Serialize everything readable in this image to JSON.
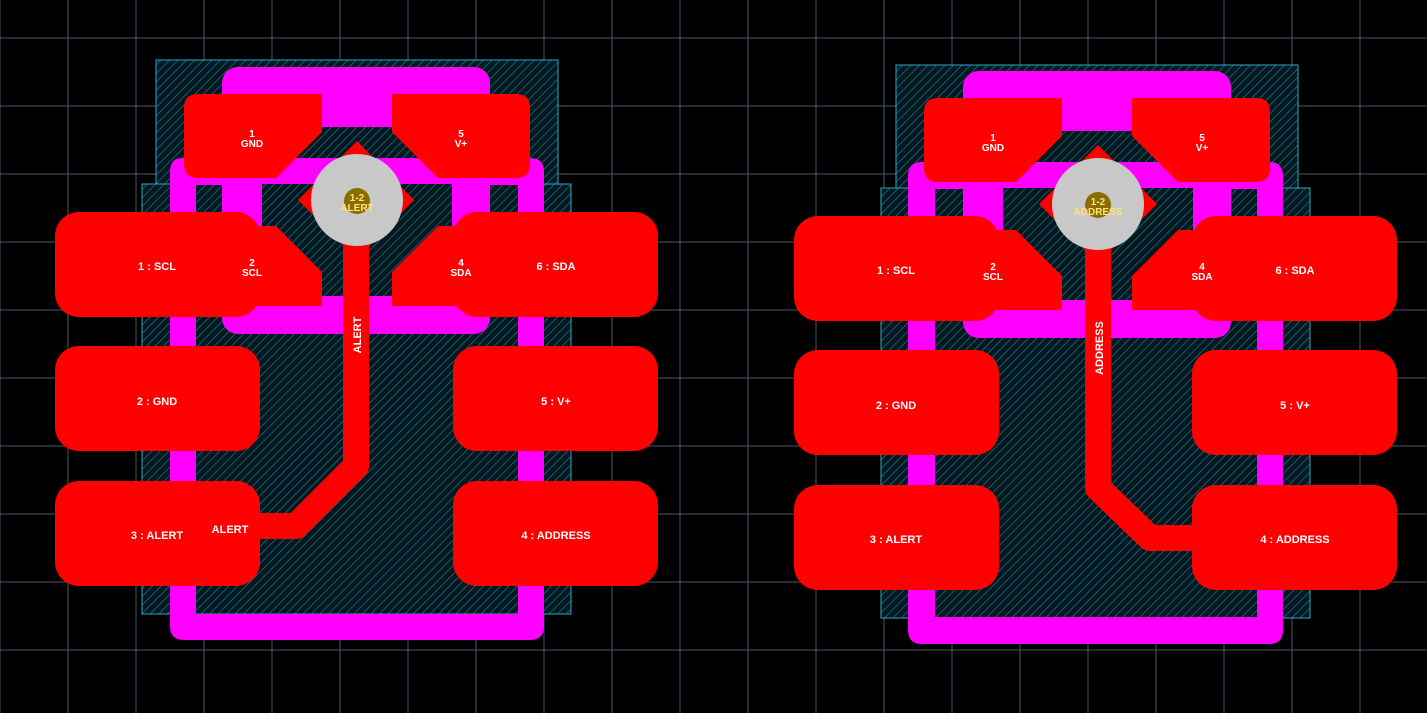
{
  "colors": {
    "background": "#000000",
    "grid": "#4a5a66",
    "copper_pad": "#ff0000",
    "trace": "#ff0000",
    "bottom_layer": "#ff00ff",
    "courtyard_hatch": "#2aa7c9",
    "via_ring": "#c8c8c8",
    "via_hole": "#8a6d00",
    "via_text": "#ffe27a"
  },
  "footprints": [
    {
      "id": "left",
      "via": {
        "top": "1-2",
        "bottom": "ALERT"
      },
      "trace_label": "ALERT",
      "end_label": "ALERT",
      "inner_pads": [
        {
          "num": "1",
          "net": "GND"
        },
        {
          "num": "5",
          "net": "V+"
        },
        {
          "num": "2",
          "net": "SCL"
        },
        {
          "num": "4",
          "net": "SDA"
        }
      ],
      "outer_pads": [
        "1 : SCL",
        "2 : GND",
        "3 : ALERT",
        "6 : SDA",
        "5 : V+",
        "4 : ADDRESS"
      ]
    },
    {
      "id": "right",
      "via": {
        "top": "1-2",
        "bottom": "ADDRESS"
      },
      "trace_label": "ADDRESS",
      "end_label": "",
      "inner_pads": [
        {
          "num": "1",
          "net": "GND"
        },
        {
          "num": "5",
          "net": "V+"
        },
        {
          "num": "2",
          "net": "SCL"
        },
        {
          "num": "4",
          "net": "SDA"
        }
      ],
      "outer_pads": [
        "1 : SCL",
        "2 : GND",
        "3 : ALERT",
        "6 : SDA",
        "5 : V+",
        "4 : ADDRESS"
      ]
    }
  ]
}
